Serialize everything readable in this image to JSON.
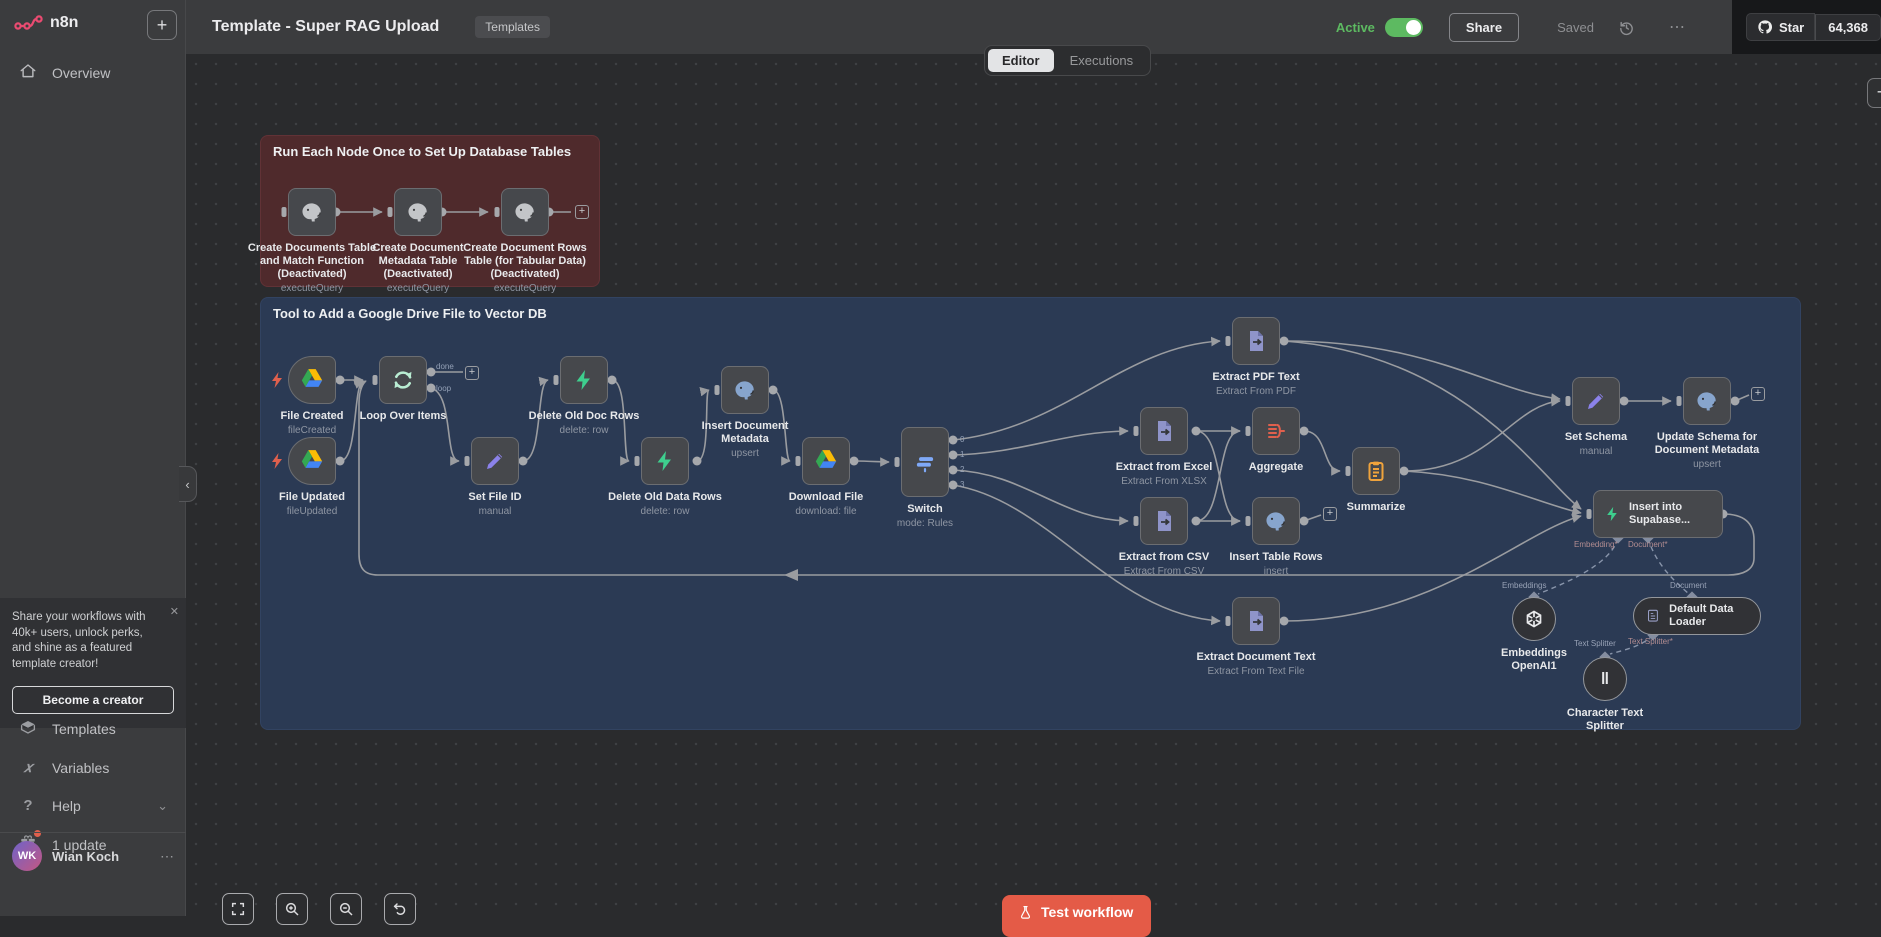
{
  "header": {
    "title": "Template - Super RAG Upload",
    "badge": "Templates",
    "active_label": "Active",
    "share_label": "Share",
    "saved_label": "Saved",
    "github": {
      "star_label": "Star",
      "star_count": "64,368"
    }
  },
  "tabs": {
    "editor": "Editor",
    "executions": "Executions"
  },
  "sidebar": {
    "logo_text": "n8n",
    "overview_label": "Overview",
    "promo": {
      "text": "Share your workflows with 40k+ users, unlock perks, and shine as a featured template creator!",
      "cta": "Become a creator"
    },
    "menu": {
      "templates": "Templates",
      "variables": "Variables",
      "help": "Help",
      "updates": "1 update"
    },
    "user": {
      "initials": "WK",
      "name": "Wian Koch"
    }
  },
  "canvas": {
    "test_button_label": "Test workflow",
    "groups": {
      "setup": {
        "title": "Run Each Node Once to Set Up Database Tables"
      },
      "tool": {
        "title": "Tool to Add a Google Drive File to Vector DB"
      }
    },
    "nodes": {
      "create_documents_table": {
        "label": "Create Documents Table and Match Function (Deactivated)",
        "subtitle": "executeQuery"
      },
      "create_document_metadata_table": {
        "label": "Create Document Metadata Table (Deactivated)",
        "subtitle": "executeQuery"
      },
      "create_document_rows_table": {
        "label": "Create Document Rows Table (for Tabular Data) (Deactivated)",
        "subtitle": "executeQuery"
      },
      "file_created": {
        "label": "File Created",
        "subtitle": "fileCreated"
      },
      "file_updated": {
        "label": "File Updated",
        "subtitle": "fileUpdated"
      },
      "loop_over_items": {
        "label": "Loop Over Items",
        "subtitle": ""
      },
      "set_file_id": {
        "label": "Set File ID",
        "subtitle": "manual"
      },
      "delete_old_doc_rows": {
        "label": "Delete Old Doc Rows",
        "subtitle": "delete: row"
      },
      "delete_old_data_rows": {
        "label": "Delete Old Data Rows",
        "subtitle": "delete: row"
      },
      "insert_document_metadata": {
        "label": "Insert Document Metadata",
        "subtitle": "upsert"
      },
      "download_file": {
        "label": "Download File",
        "subtitle": "download: file"
      },
      "switch": {
        "label": "Switch",
        "subtitle": "mode: Rules"
      },
      "extract_pdf_text": {
        "label": "Extract PDF Text",
        "subtitle": "Extract From PDF"
      },
      "extract_from_excel": {
        "label": "Extract from Excel",
        "subtitle": "Extract From XLSX"
      },
      "aggregate": {
        "label": "Aggregate",
        "subtitle": ""
      },
      "summarize": {
        "label": "Summarize",
        "subtitle": ""
      },
      "extract_from_csv": {
        "label": "Extract from CSV",
        "subtitle": "Extract From CSV"
      },
      "insert_table_rows": {
        "label": "Insert Table Rows",
        "subtitle": "insert"
      },
      "extract_document_text": {
        "label": "Extract Document Text",
        "subtitle": "Extract From Text File"
      },
      "set_schema": {
        "label": "Set Schema",
        "subtitle": "manual"
      },
      "update_schema": {
        "label": "Update Schema for Document Metadata",
        "subtitle": "upsert"
      },
      "insert_into_supabase": {
        "label": "Insert into Supabase..."
      },
      "embeddings_openai": {
        "label": "Embeddings OpenAI1"
      },
      "default_data_loader": {
        "label": "Default Data Loader"
      },
      "character_text_splitter": {
        "label": "Character Text Splitter"
      }
    },
    "ports": {
      "done": "done",
      "loop": "loop",
      "out0": "0",
      "out1": "1",
      "out2": "2",
      "out3": "3"
    },
    "ai_labels": {
      "embeddings": "Embeddings",
      "document": "Document",
      "text_splitter": "Text Splitter",
      "embedding_req": "Embedding*",
      "document_req": "Document*",
      "text_splitter_req": "Text Splitter*"
    }
  },
  "icons": {
    "plus": "+",
    "close": "✕",
    "collapse": "‹",
    "chevron_down": "⌄",
    "ellipsis": "⋯",
    "help": "?",
    "variables": "𝑥",
    "splitter_bars": "‖"
  },
  "colors": {
    "accent_pink": "#ea4b71",
    "active_green": "#5dba61",
    "test_button": "#e45b47",
    "supabase_green": "#3ecf8e",
    "group_red": "#4f2a2c",
    "group_blue": "#2b3a54"
  }
}
